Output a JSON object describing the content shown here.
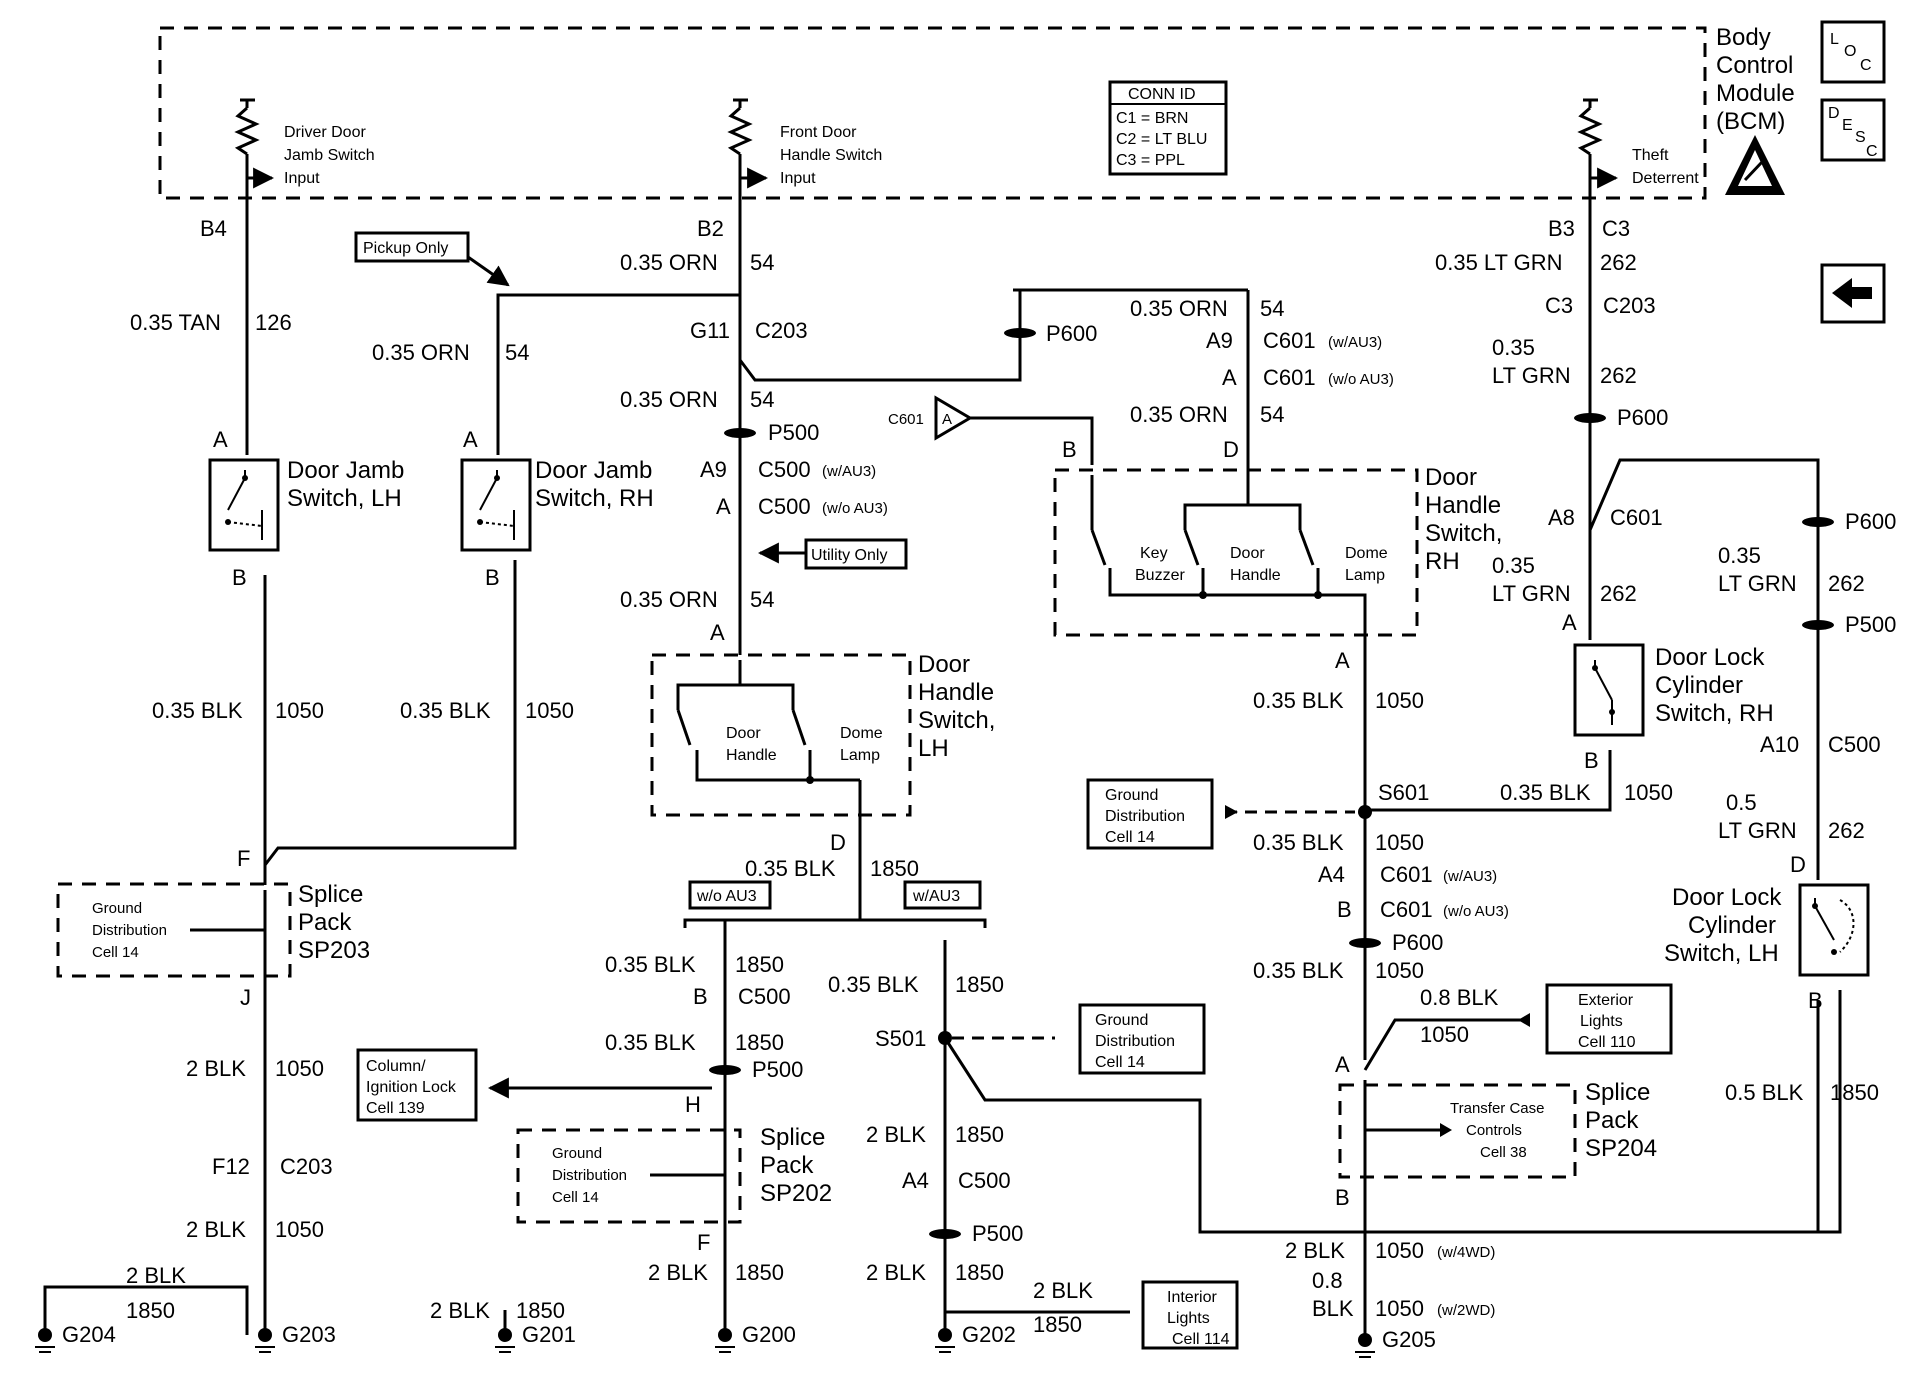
{
  "module": {
    "title": [
      "Body",
      "Control",
      "Module",
      "(BCM)"
    ]
  },
  "icons": {
    "loc": "LOC",
    "desc": "DESC",
    "back": "back-arrow"
  },
  "conn_id": {
    "title": "CONN ID",
    "lines": [
      "C1 = BRN",
      "C2 = LT BLU",
      "C3 = PPL"
    ]
  },
  "inputs": {
    "driver": [
      "Driver Door",
      "Jamb Switch",
      "Input"
    ],
    "front": [
      "Front Door",
      "Handle Switch",
      "Input"
    ],
    "theft": [
      "Theft",
      "Deterrent"
    ]
  },
  "pins": {
    "b4": "B4",
    "b2": "B2",
    "b3": "B3",
    "c3": "C3"
  },
  "callouts": {
    "pickup": "Pickup Only",
    "utility": "Utility Only",
    "wo_au3": "w/o AU3",
    "w_au3": "w/AU3",
    "c601_tri": "C601"
  },
  "components": {
    "jamb_lh": [
      "Door Jamb",
      "Switch, LH"
    ],
    "jamb_rh": [
      "Door Jamb",
      "Switch, RH"
    ],
    "handle_lh": [
      "Door",
      "Handle",
      "Switch,",
      "LH"
    ],
    "handle_rh": [
      "Door",
      "Handle",
      "Switch,",
      "RH"
    ],
    "lock_rh": [
      "Door Lock",
      "Cylinder",
      "Switch, RH"
    ],
    "lock_lh": [
      "Door Lock",
      "Cylinder",
      "Switch, LH"
    ],
    "sp203": [
      "Splice",
      "Pack",
      "SP203"
    ],
    "sp202": [
      "Splice",
      "Pack",
      "SP202"
    ],
    "sp204": [
      "Splice",
      "Pack",
      "SP204"
    ],
    "door_handle": [
      "Door",
      "Handle"
    ],
    "dome_lamp": [
      "Dome",
      "Lamp"
    ],
    "key_buzzer": [
      "Key",
      "Buzzer"
    ]
  },
  "refs": {
    "gnd14": [
      "Ground",
      "Distribution",
      "Cell 14"
    ],
    "column": [
      "Column/",
      "Ignition Lock",
      "Cell 139"
    ],
    "exterior": [
      "Exterior",
      "Lights",
      "Cell 110"
    ],
    "interior": [
      "Interior",
      "Lights",
      "Cell 114"
    ],
    "transfer": [
      "Transfer Case",
      "Controls",
      "Cell 38"
    ]
  },
  "wires": {
    "tan": "0.35 TAN",
    "n126": "126",
    "orn": "0.35 ORN",
    "n54": "54",
    "blk": "0.35 BLK",
    "n1050": "1050",
    "n1850": "1850",
    "ltgrn": "0.35 LT GRN",
    "ltgrn_a": "0.35",
    "ltgrn_b": "LT GRN",
    "n262": "262",
    "blk2": "2 BLK",
    "blk05": "0.5 BLK",
    "blk08": "0.8 BLK",
    "ltgrn05a": "0.5",
    "ltgrn05b": "LT GRN",
    "blk_a": "0.35",
    "blk_b": "BLK",
    "blk08a": "0.8",
    "blk08b": "BLK",
    "w4wd": "(w/4WD)",
    "w2wd": "(w/2WD)"
  },
  "connectors": {
    "c203": "C203",
    "c500": "C500",
    "c601": "C601",
    "p500": "P500",
    "p600": "P600",
    "w_au3": "(w/AU3)",
    "wo_au3": "(w/o AU3)",
    "g11": "G11",
    "a9": "A9",
    "a": "A",
    "b": "B",
    "d": "D",
    "f": "F",
    "j": "J",
    "h": "H",
    "a4": "A4",
    "a8": "A8",
    "a10": "A10",
    "c3": "C3",
    "f12": "F12",
    "s501": "S501",
    "s601": "S601"
  },
  "grounds": {
    "g204": "G204",
    "g203": "G203",
    "g201": "G201",
    "g200": "G200",
    "g202": "G202",
    "g205": "G205"
  }
}
